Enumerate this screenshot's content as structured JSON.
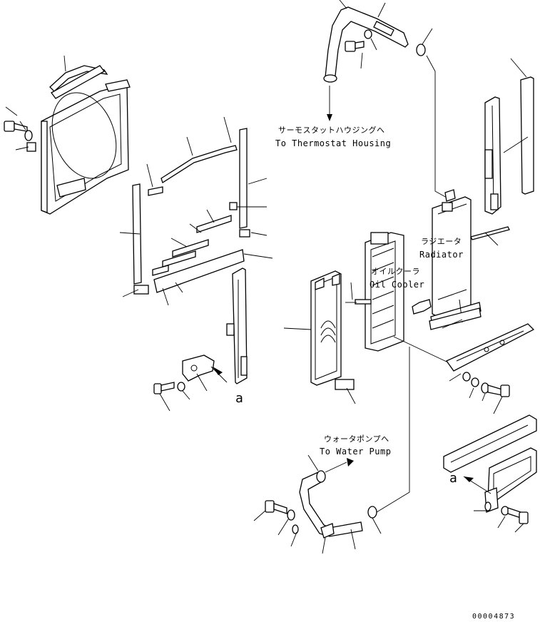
{
  "labels": {
    "thermostat_jp": "サーモスタットハウジングへ",
    "thermostat_en": "To Thermostat Housing",
    "radiator_jp": "ラジエータ",
    "radiator_en": "Radiator",
    "oilcooler_jp": "オイルクーラ",
    "oilcooler_en": "Oil Cooler",
    "waterpump_jp": "ウォータポンプへ",
    "waterpump_en": "To Water Pump",
    "view_mark_1": "a",
    "view_mark_2": "a",
    "drawing_number": "00004873"
  }
}
